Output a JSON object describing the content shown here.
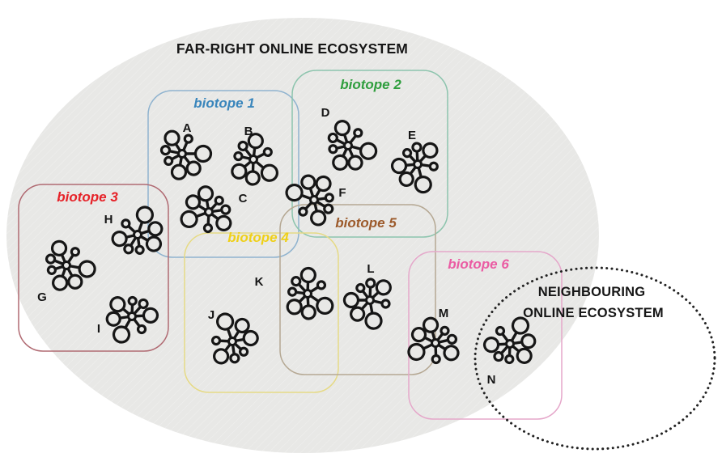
{
  "diagram": {
    "title": "FAR-RIGHT ONLINE ECOSYSTEM",
    "neighbouring": {
      "line1": "NEIGHBOURING",
      "line2": "ONLINE ECOSYSTEM"
    },
    "biotopes": [
      {
        "label": "biotope 1",
        "label_color": "#3a86bc",
        "border_color": "#8fb3cf"
      },
      {
        "label": "biotope 2",
        "label_color": "#2f9e3e",
        "border_color": "#8cc4ad"
      },
      {
        "label": "biotope 3",
        "label_color": "#e62329",
        "border_color": "#b06a72"
      },
      {
        "label": "biotope 4",
        "label_color": "#efd018",
        "border_color": "#e6da85"
      },
      {
        "label": "biotope 5",
        "label_color": "#9c5a2b",
        "border_color": "#b5a893"
      },
      {
        "label": "biotope 6",
        "label_color": "#ea5ca3",
        "border_color": "#e5a7ca"
      }
    ],
    "networks": [
      {
        "label": "A"
      },
      {
        "label": "B"
      },
      {
        "label": "C"
      },
      {
        "label": "D"
      },
      {
        "label": "E"
      },
      {
        "label": "F"
      },
      {
        "label": "G"
      },
      {
        "label": "H"
      },
      {
        "label": "I"
      },
      {
        "label": "J"
      },
      {
        "label": "K"
      },
      {
        "label": "L"
      },
      {
        "label": "M"
      },
      {
        "label": "N"
      }
    ],
    "colors": {
      "ecosystem_fill": "#e8e8e6",
      "network_stroke": "#161616",
      "dotted_border": "#222222"
    }
  }
}
